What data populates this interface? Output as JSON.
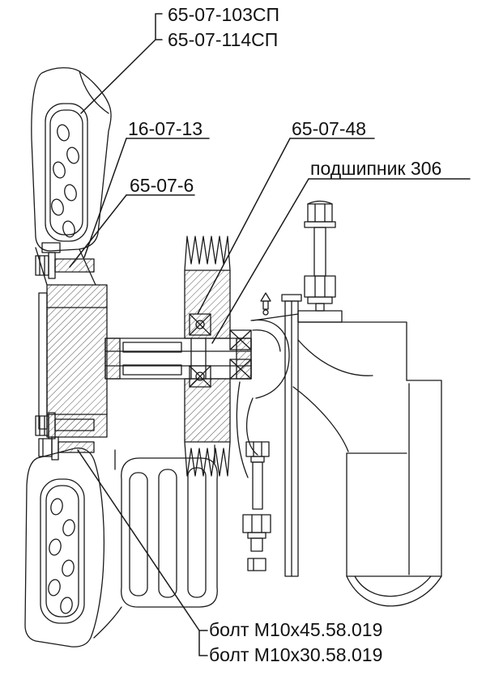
{
  "drawing": {
    "type": "mechanical-assembly-cross-section",
    "background": "#ffffff",
    "line_color": "#1a1a1a"
  },
  "annotations": {
    "top_group": {
      "labels": [
        {
          "text": "65-07-103СП"
        },
        {
          "text": "65-07-114СП"
        }
      ]
    },
    "callouts": [
      {
        "id": "label-16-07-13",
        "text": "16-07-13"
      },
      {
        "id": "label-65-07-6",
        "text": "65-07-6"
      },
      {
        "id": "label-65-07-48",
        "text": "65-07-48"
      },
      {
        "id": "label-bearing-306",
        "text": "подшипник 306"
      }
    ],
    "bottom_group": {
      "labels": [
        {
          "text": "болт М10х45.58.019"
        },
        {
          "text": "болт М10х30.58.019"
        }
      ]
    }
  }
}
